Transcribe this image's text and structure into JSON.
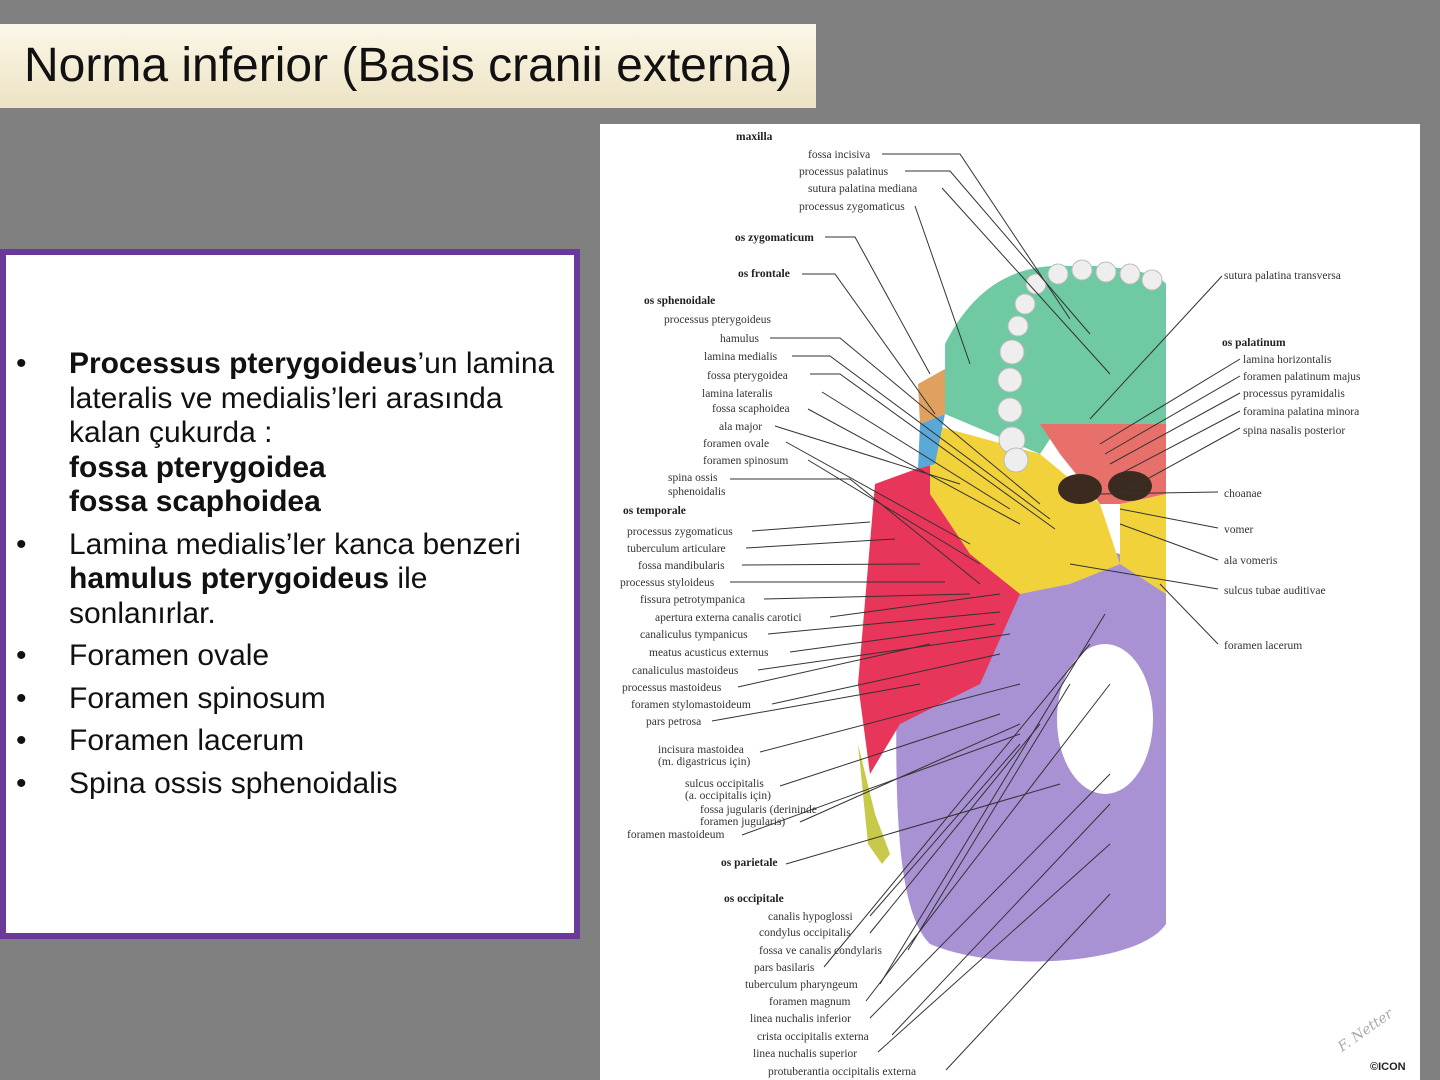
{
  "title": "Norma inferior (Basis cranii externa)",
  "bullets": {
    "b1_bold": "Processus pterygoideus",
    "b1_rest": "’un lamina lateralis ve medialis’leri arasında kalan çukurda :",
    "b1_line4": "fossa pterygoidea",
    "b1_line5": "fossa scaphoidea",
    "b2_pre": "Lamina medialis’ler kanca benzeri ",
    "b2_bold": "hamulus pterygoideus",
    "b2_post": " ile sonlanırlar.",
    "b3": "Foramen ovale",
    "b4": "Foramen spinosum",
    "b5": "Foramen lacerum",
    "b6": "Spina ossis sphenoidalis",
    "bullet_symbol": "•"
  },
  "figure": {
    "left_labels": {
      "maxilla": "maxilla",
      "fossa_incisiva": "fossa incisiva",
      "processus_palatinus": "processus palatinus",
      "sutura_palatina_mediana": "sutura palatina mediana",
      "processus_zygomaticus_max": "processus zygomaticus",
      "os_zygomaticum": "os zygomaticum",
      "os_frontale": "os frontale",
      "os_sphenoidale": "os sphenoidale",
      "processus_pterygoideus": "processus pterygoideus",
      "hamulus": "hamulus",
      "lamina_medialis": "lamina medialis",
      "fossa_pterygoidea": "fossa pterygoidea",
      "lamina_lateralis": "lamina lateralis",
      "fossa_scaphoidea": "fossa scaphoidea",
      "ala_major": "ala major",
      "foramen_ovale": "foramen ovale",
      "foramen_spinosum": "foramen spinosum",
      "spina_ossis_1": "spina ossis",
      "spina_ossis_2": "sphenoidalis",
      "os_temporale": "os temporale",
      "processus_zygomaticus_temp": "processus zygomaticus",
      "tuberculum_articulare": "tuberculum articulare",
      "fossa_mandibularis": "fossa mandibularis",
      "processus_styloideus": "processus styloideus",
      "fissura_petrotympanica": "fissura petrotympanica",
      "apertura_externa": "apertura externa canalis carotici",
      "canaliculus_tympanicus": "canaliculus tympanicus",
      "meatus_acusticus": "meatus acusticus externus",
      "canaliculus_mastoideus": "canaliculus mastoideus",
      "processus_mastoideus": "processus mastoideus",
      "foramen_stylomastoideum": "foramen stylomastoideum",
      "pars_petrosa": "pars petrosa",
      "incisura_1": "incisura mastoidea",
      "incisura_2": "(m. digastricus için)",
      "sulcus_occ_1": "sulcus occipitalis",
      "sulcus_occ_2": "(a. occipitalis için)",
      "fossa_jug_1": "fossa jugularis (derininde",
      "fossa_jug_2": "foramen jugularis)",
      "foramen_mastoideum": "foramen mastoideum",
      "os_parietale": "os parietale",
      "os_occipitale": "os occipitale",
      "canalis_hypoglossi": "canalis hypoglossi",
      "condylus_occipitalis": "condylus occipitalis",
      "fossa_canalis_condylaris": "fossa  ve canalis condylaris",
      "pars_basilaris": "pars basilaris",
      "tuberculum_pharyngeum": "tuberculum pharyngeum",
      "foramen_magnum": "foramen magnum",
      "linea_nuchalis_inferior": "linea nuchalis inferior",
      "crista_occipitalis": "crista  occipitalis externa",
      "linea_nuchalis_superior": "linea nuchalis superior",
      "protuberantia": "protuberantia occipitalis externa"
    },
    "right_labels": {
      "sutura_palatina_transversa": "sutura palatina transversa",
      "os_palatinum": "os palatinum",
      "lamina_horizontalis": "lamina horizontalis",
      "foramen_palatinum_majus": "foramen  palatinum majus",
      "processus_pyramidalis": "processus pyramidalis",
      "foramina_palatina_minora": "foramina palatina minora",
      "spina_nasalis_posterior": "spina nasalis posterior",
      "choanae": "choanae",
      "vomer": "vomer",
      "ala_vomeris": "ala vomeris",
      "sulcus_tubae": "sulcus tubae auditivae",
      "foramen_lacerum": "foramen lacerum"
    },
    "signature": "F. Netter",
    "logo": "©ICON",
    "colors": {
      "maxilla": "#6fc9a3",
      "palatine": "#e8706a",
      "sphenoid": "#f2d23a",
      "temporal": "#e8355a",
      "occipital": "#a892d4",
      "zygomatic": "#5aa8d8",
      "parietal": "#c8c84a",
      "frontal": "#e0a060"
    }
  }
}
